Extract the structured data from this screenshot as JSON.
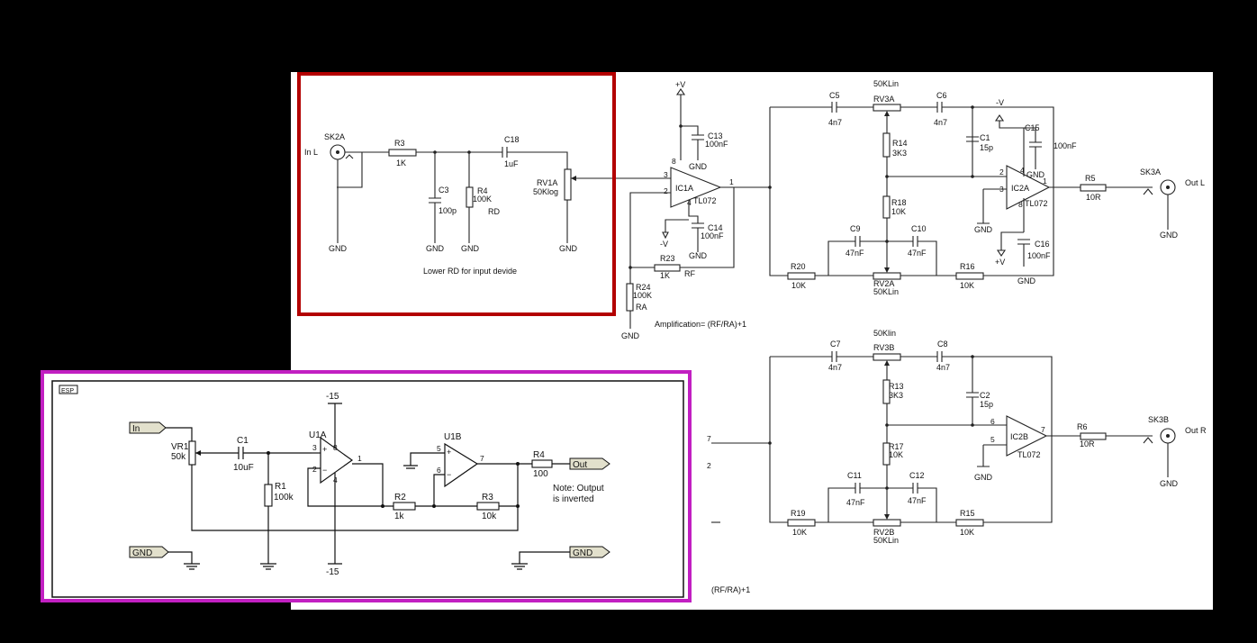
{
  "colors": {
    "page_bg": "#000000",
    "sheet_bg": "#ffffff",
    "highlight_red": "#b30000",
    "highlight_magenta": "#c21fc2",
    "port_fill": "#e2e0cc"
  },
  "main": {
    "sk2a": "SK2A",
    "in_l": "In L",
    "gnd": "GND",
    "r3": "R3",
    "r3v": "1K",
    "c18": "C18",
    "c18v": "1uF",
    "c3": "C3",
    "c3v": "100p",
    "r4": "R4",
    "r4v": "100K",
    "rd": "RD",
    "rv1a": "RV1A",
    "rv1av": "50Klog",
    "note_input": "Lower RD for input devide",
    "plusv": "+V",
    "minusv": "-V",
    "c13": "C13",
    "c13v": "100nF",
    "c14": "C14",
    "c14v": "100nF",
    "ic1a": "IC1A",
    "tl072": "TL072",
    "r23": "R23",
    "r23v": "1K",
    "rf": "RF",
    "r24": "R24",
    "r24v": "100K",
    "ra": "RA",
    "amp_formula": "Amplification= (RF/RA)+1",
    "c5": "C5",
    "c5v": "4n7",
    "c6": "C6",
    "c6v": "4n7",
    "rv3a_val": "50KLin",
    "rv3a": "RV3A",
    "r14": "R14",
    "r14v": "3K3",
    "c1": "C1",
    "c1v": "15p",
    "c15": "C15",
    "c15v": "100nF",
    "ic2a": "IC2A",
    "r5": "R5",
    "r5v": "10R",
    "sk3a": "SK3A",
    "out_l": "Out L",
    "r18": "R18",
    "r18v": "10K",
    "c9": "C9",
    "c9v": "47nF",
    "c10": "C10",
    "c10v": "47nF",
    "c16": "C16",
    "c16v": "100nF",
    "r20": "R20",
    "r20v": "10K",
    "rv2a": "RV2A",
    "rv2av": "50KLin",
    "r16": "R16",
    "r16v": "10K",
    "c7": "C7",
    "c7v": "4n7",
    "c8": "C8",
    "c8v": "4n7",
    "rv3b_val": "50Klin",
    "rv3b": "RV3B",
    "r13": "R13",
    "r13v": "3K3",
    "c2": "C2",
    "c2v": "15p",
    "ic2b": "IC2B",
    "r6": "R6",
    "r6v": "10R",
    "sk3b": "SK3B",
    "out_r": "Out R",
    "r17": "R17",
    "r17v": "10K",
    "c11": "C11",
    "c11v": "47nF",
    "c12": "C12",
    "c12v": "47nF",
    "r19": "R19",
    "r19v": "10K",
    "rv2b": "RV2B",
    "rv2bv": "50KLin",
    "r15": "R15",
    "r15v": "10K",
    "amp_partial": "(RF/RA)+1",
    "pin8": "8",
    "pin4": "4",
    "pin1": "1",
    "pin2": "2",
    "pin3": "3",
    "pin5": "5",
    "pin6": "6",
    "pin7": "7"
  },
  "inset": {
    "logo": "ESP",
    "in": "In",
    "gnd": "GND",
    "out": "Out",
    "vr1": "VR1",
    "vr1v": "50k",
    "c1": "C1",
    "c1v": "10uF",
    "r1": "R1",
    "r1v": "100k",
    "neg15": "-15",
    "u1a": "U1A",
    "u1b": "U1B",
    "r2": "R2",
    "r2v": "1k",
    "r3": "R3",
    "r3v": "10k",
    "r4": "R4",
    "r4v": "100",
    "note_line1": "Note: Output",
    "note_line2": "is inverted",
    "pin1": "1",
    "pin2": "2",
    "pin3": "3",
    "pin4": "4",
    "pin5": "5",
    "pin6": "6",
    "pin7": "7",
    "pin8": "8"
  }
}
